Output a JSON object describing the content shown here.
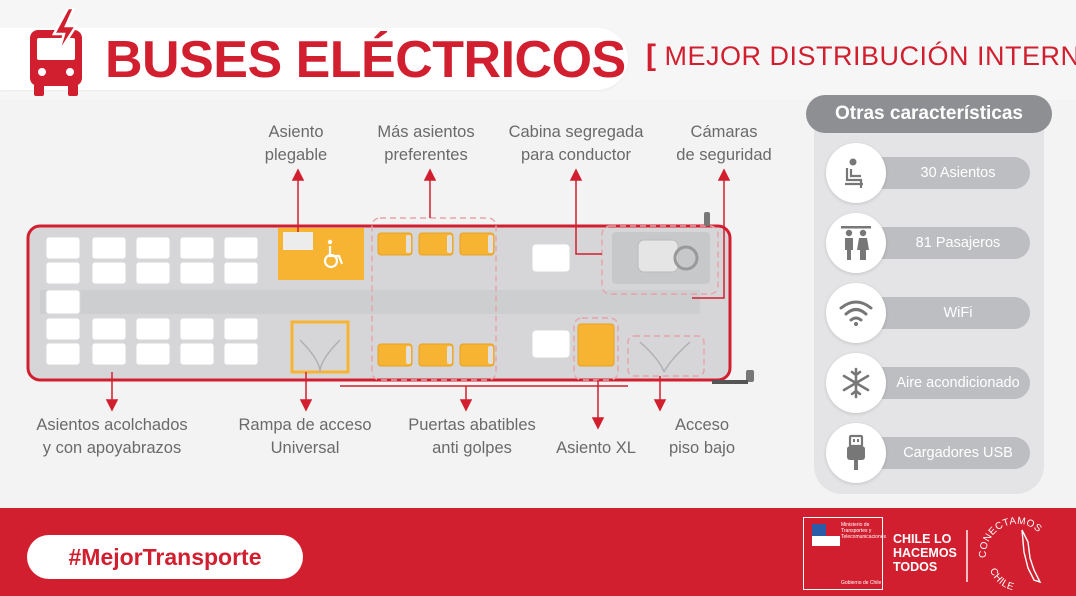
{
  "header": {
    "title": "BUSES ELÉCTRICOS",
    "subtitle_open": "[",
    "subtitle": "MEJOR DISTRIBUCIÓN INTERNA",
    "subtitle_close": "]"
  },
  "labels": {
    "folding_seat": [
      "Asiento",
      "plegable"
    ],
    "preferential_seats": [
      "Más asientos",
      "preferentes"
    ],
    "driver_cabin": [
      "Cabina segregada",
      "para conductor"
    ],
    "cameras": [
      "Cámaras",
      "de seguridad"
    ],
    "padded_seats": [
      "Asientos acolchados",
      "y con apoyabrazos"
    ],
    "access_ramp": [
      "Rampa de acceso",
      "Universal"
    ],
    "doors": [
      "Puertas abatibles",
      "anti golpes"
    ],
    "xl_seat": [
      "Asiento XL"
    ],
    "low_floor": [
      "Acceso",
      "piso bajo"
    ]
  },
  "side_panel": {
    "title": "Otras características",
    "features": [
      {
        "icon": "seat-icon",
        "label": "30 Asientos"
      },
      {
        "icon": "passengers-icon",
        "label": "81 Pasajeros"
      },
      {
        "icon": "wifi-icon",
        "label": "WiFi"
      },
      {
        "icon": "snowflake-icon",
        "label": "Aire acondicionado"
      },
      {
        "icon": "usb-icon",
        "label": "Cargadores USB"
      }
    ]
  },
  "footer": {
    "hashtag": "#MejorTransporte",
    "ministry": "Ministerio de Transportes y Telecomunicaciones",
    "government": "Gobierno de Chile",
    "slogan": [
      "CHILE LO",
      "HACEMOS",
      "TODOS"
    ],
    "conectamos": "CONECTAMOS",
    "conectamos_country": "CHILE"
  },
  "colors": {
    "brand_red": "#d21f2f",
    "seat_orange": "#f7b433",
    "panel_gray": "#8e8f92",
    "bar_gray": "#bdbec1"
  }
}
